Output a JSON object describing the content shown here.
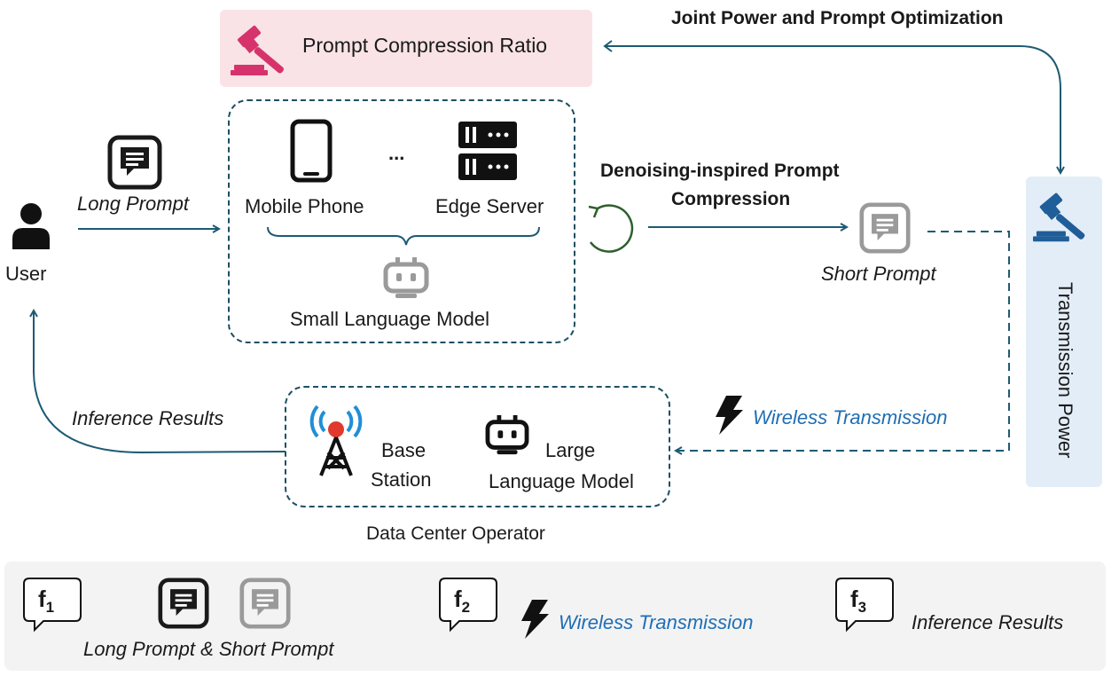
{
  "user": {
    "label": "User",
    "icon": "person-icon"
  },
  "long_prompt": {
    "label": "Long Prompt",
    "icon": "chat-bubble-dark-icon"
  },
  "prompt_compression_ratio": {
    "label": "Prompt Compression Ratio",
    "icon": "gavel-pink-icon",
    "bg_color": "#f9e3e6",
    "icon_color": "#d6336c"
  },
  "joint_optimization": {
    "label": "Joint Power and Prompt Optimization"
  },
  "slm_box": {
    "mobile_phone": "Mobile Phone",
    "ellipsis": "...",
    "edge_server": "Edge Server",
    "small_language_model": "Small Language Model"
  },
  "denoising": {
    "line1": "Denoising-inspired Prompt",
    "line2": "Compression",
    "icon": "circular-arrow-icon",
    "icon_color": "#2e5f2e"
  },
  "short_prompt": {
    "label": "Short Prompt",
    "icon": "chat-bubble-gray-icon"
  },
  "transmission_power": {
    "label": "Transmission Power",
    "icon": "gavel-blue-icon",
    "bg_color": "#e3edf7",
    "icon_color": "#1f5e98"
  },
  "wireless": {
    "label": "Wireless Transmission",
    "icon": "lightning-icon",
    "color": "#1f6eb5"
  },
  "inference_results": {
    "label": "Inference Results"
  },
  "data_center": {
    "base_station_line1": "Base",
    "base_station_line2": "Station",
    "llm_line1": "Large",
    "llm_line2": "Language Model",
    "operator_label": "Data Center Operator"
  },
  "legend": {
    "f1": {
      "f": "f",
      "sub": "1",
      "label": "Long Prompt & Short Prompt"
    },
    "f2": {
      "f": "f",
      "sub": "2",
      "label": "Wireless Transmission"
    },
    "f3": {
      "f": "f",
      "sub": "3",
      "label": "Inference Results"
    }
  },
  "colors": {
    "line": "#1d5a73",
    "dark_icon": "#1a1a1a",
    "gray_icon": "#9a9a9a"
  }
}
